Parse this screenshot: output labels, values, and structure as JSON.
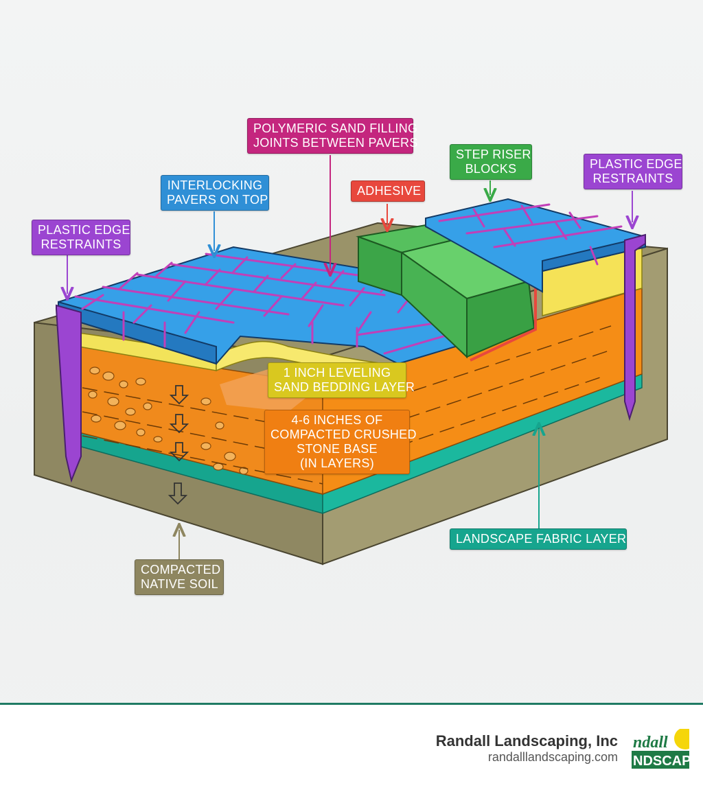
{
  "labels": {
    "edge_left": [
      "PLASTIC EDGE",
      "RESTRAINTS"
    ],
    "pavers": [
      "INTERLOCKING",
      "PAVERS ON TOP"
    ],
    "polymeric": [
      "POLYMERIC SAND FILLING",
      "JOINTS BETWEEN PAVERS"
    ],
    "adhesive": [
      "ADHESIVE"
    ],
    "step_riser": [
      "STEP RISER",
      "BLOCKS"
    ],
    "edge_right": [
      "PLASTIC EDGE",
      "RESTRAINTS"
    ],
    "sand": [
      "1 INCH LEVELING",
      "SAND BEDDING LAYER"
    ],
    "stone": [
      "4-6 INCHES OF",
      "COMPACTED CRUSHED",
      "STONE BASE",
      "(IN LAYERS)"
    ],
    "fabric": [
      "LANDSCAPE FABRIC LAYER"
    ],
    "soil": [
      "COMPACTED",
      "NATIVE SOIL"
    ]
  },
  "colors": {
    "edge_restraint": "#9b45d1",
    "pavers": "#2f8fd6",
    "polymeric_sand": "#c4267e",
    "adhesive": "#e8483d",
    "step_riser": "#3aaa48",
    "sand_bedding": "#d9c81f",
    "stone_base": "#f07f12",
    "landscape_fabric": "#16a58e",
    "native_soil": "#8e8660"
  },
  "footer": {
    "company_name": "Randall Landscaping, Inc",
    "company_url": "randalllandscaping.com",
    "logo_text_top": "ndall",
    "logo_text_bottom": "NDSCAP"
  }
}
